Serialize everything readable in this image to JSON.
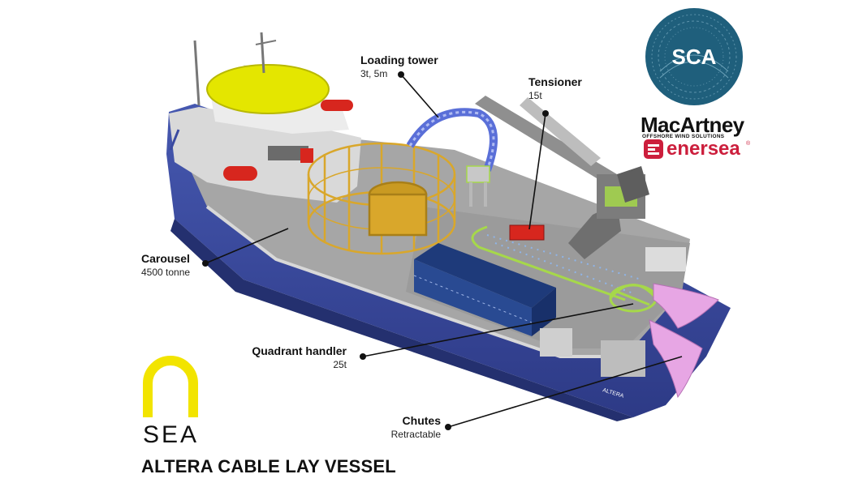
{
  "title": "ALTERA CABLE LAY VESSEL",
  "sea_logo_text": "SEA",
  "partner_logos": {
    "sca": "SCA",
    "macartney": "MacArtney",
    "macartney_tagline": "OFFSHORE WIND SOLUTIONS",
    "enersea": "enersea",
    "enersea_mark": "®"
  },
  "vessel_name_on_hull": "ALTERA",
  "callouts": [
    {
      "name": "Loading tower",
      "detail": "3t, 5m"
    },
    {
      "name": "Tensioner",
      "detail": "15t"
    },
    {
      "name": "Carousel",
      "detail": "4500 tonne"
    },
    {
      "name": "Quadrant handler",
      "detail": "25t"
    },
    {
      "name": "Chutes",
      "detail": "Retractable"
    }
  ],
  "colors": {
    "hull": "#3a4aa0",
    "carousel": "#d9a72b",
    "helideck": "#e4e600",
    "accent_sea_logo": "#f2e400",
    "tensioner": "#d7261e",
    "quadrant": "#a6d84a",
    "chutes": "#d98bd8",
    "sca_badge": "#1f5f7c",
    "enersea": "#cc1e3c"
  }
}
